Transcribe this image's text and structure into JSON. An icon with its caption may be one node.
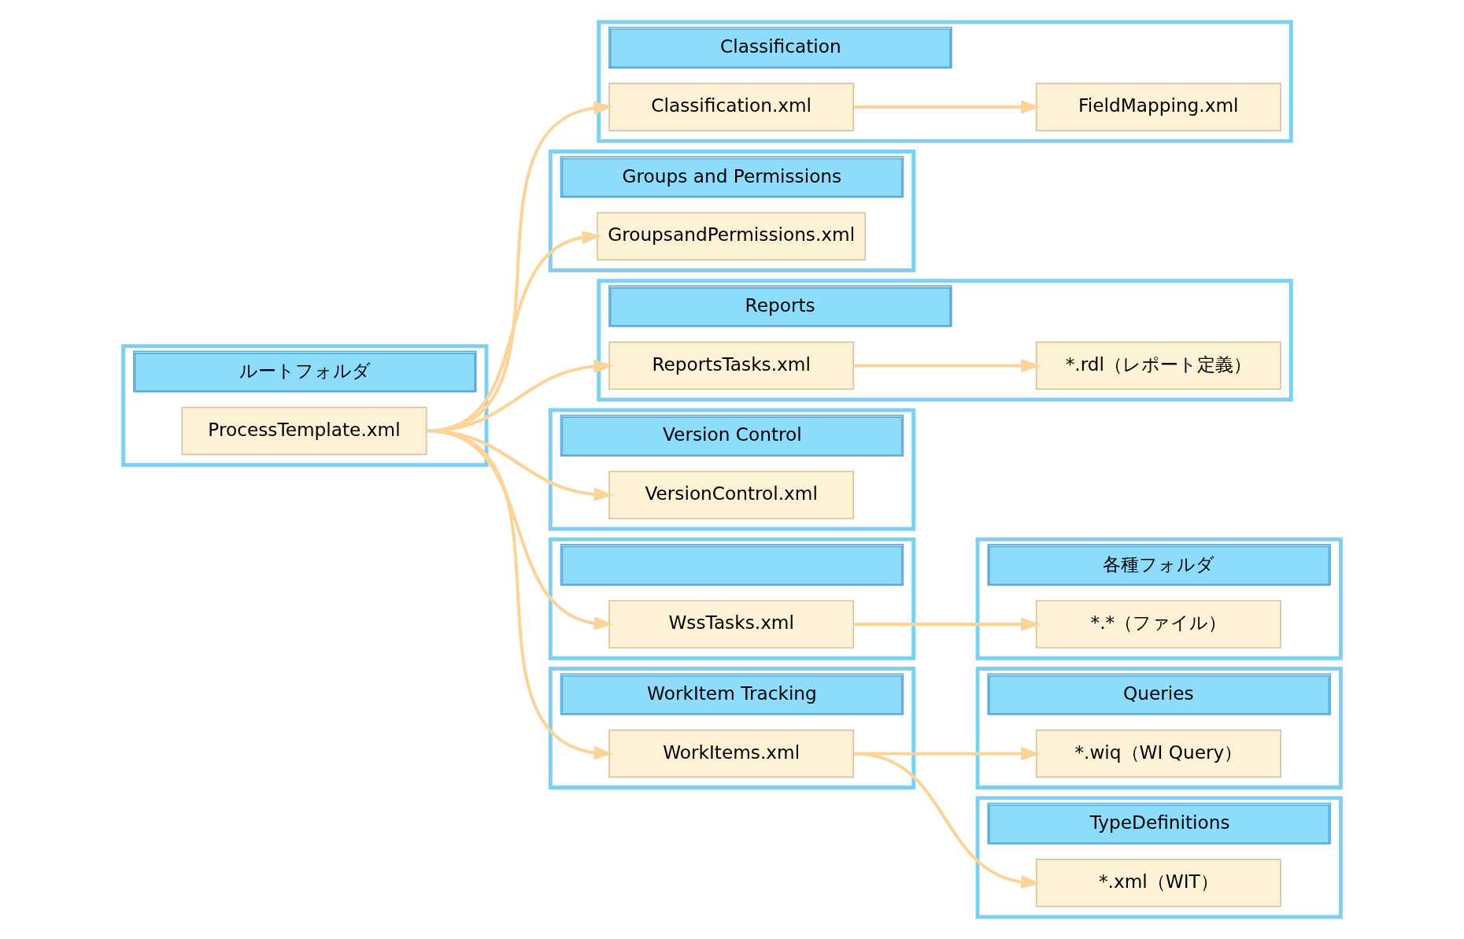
{
  "diagram": {
    "nodes": [
      {
        "text": [
          "ルートフォルダ"
        ]
      },
      {
        "text": [
          "ProcessTemplate.xml"
        ],
        "in": 0
      },
      {
        "text": [
          "Classification"
        ]
      },
      {
        "text": [
          "Classification.xml"
        ],
        "in": 2
      },
      {
        "text": [
          "FieldMapping.xml"
        ],
        "in": 2
      },
      {
        "text": [
          "Groups and Permissions"
        ]
      },
      {
        "text": [
          "GroupsandPermissions.xml"
        ],
        "in": 5
      },
      {
        "text": [
          "Reports"
        ]
      },
      {
        "text": [
          "ReportsTasks.xml"
        ],
        "in": 7
      },
      {
        "text": [
          "*.rdl（レポート定義）"
        ],
        "in": 7
      },
      {
        "text": [
          "Version Control"
        ]
      },
      {
        "text": [
          "VersionControl.xml"
        ],
        "in": 10
      },
      {
        "text": [],
        "shape": "box"
      },
      {
        "text": [
          "WssTasks.xml"
        ],
        "in": 12
      },
      {
        "text": [
          "各種フォルダ"
        ]
      },
      {
        "text": [
          "*.*（ファイル）"
        ],
        "in": 14
      },
      {
        "text": [
          "WorkItem Tracking"
        ]
      },
      {
        "text": [
          "WorkItems.xml"
        ],
        "in": 16
      },
      {
        "text": [
          "Queries"
        ]
      },
      {
        "text": [
          "*.wiq（WI Query）"
        ],
        "in": 18
      },
      {
        "text": [
          "TypeDefinitions"
        ]
      },
      {
        "text": [
          "*.xml（WIT）"
        ],
        "in": 20
      }
    ],
    "edges": [
      {
        "from": 1,
        "to": 3,
        "arrow": "to"
      },
      {
        "from": 1,
        "to": 6,
        "arrow": "to"
      },
      {
        "from": 1,
        "to": 8,
        "arrow": "to"
      },
      {
        "from": 1,
        "to": 11,
        "arrow": "to"
      },
      {
        "from": 1,
        "to": 13,
        "arrow": "to"
      },
      {
        "from": 1,
        "to": 17,
        "arrow": "to"
      },
      {
        "from": 3,
        "to": 4,
        "arrow": "to"
      },
      {
        "from": 8,
        "to": 9,
        "arrow": "to"
      },
      {
        "from": 13,
        "to": 15,
        "arrow": "to"
      },
      {
        "from": 17,
        "to": 19,
        "arrow": "to"
      },
      {
        "from": 17,
        "to": 21,
        "arrow": "to"
      }
    ]
  }
}
